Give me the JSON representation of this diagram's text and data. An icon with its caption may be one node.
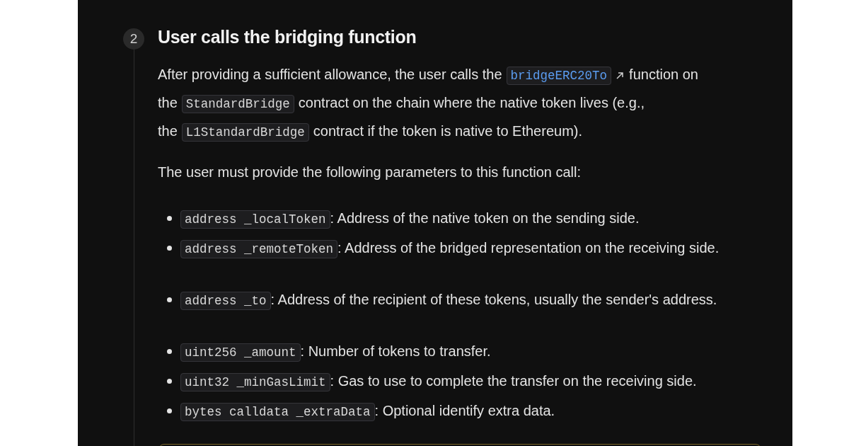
{
  "diagram": {
    "title": "User calls the bridging function",
    "nodes": [
      {
        "text": [
          "2"
        ]
      }
    ],
    "labels": [
      "After providing a sufficient allowance, the user calls the",
      "bridgeERC20To",
      "function on the",
      "StandardBridge",
      "contract on the chain where the native token lives (e.g., the",
      "L1StandardBridge",
      "contract if the token is native to Ethereum).",
      "The user must provide the following parameters to this function call:",
      "address _localToken",
      ": Address of the native token on the sending side.",
      "address _remoteToken",
      ": Address of the bridged representation on the receiving side.",
      "address _to",
      ": Address of the recipient of these tokens, usually the sender's address.",
      "uint256 _amount",
      ": Number of tokens to transfer.",
      "uint32 _minGasLimit",
      ": Gas to use to complete the transfer on the receiving side.",
      "bytes calldata _extraData",
      ": Optional identify extra data."
    ]
  }
}
